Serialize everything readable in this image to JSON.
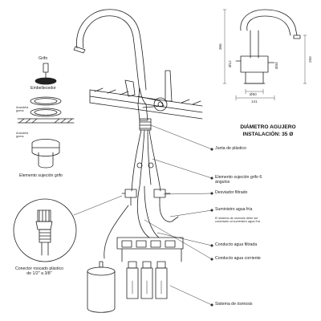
{
  "parts_left": {
    "grifo": "Grifo",
    "embellecedor": "Embellecedor",
    "arandela_goma_1_line1": "Arandela",
    "arandela_goma_1_line2": "goma",
    "arandela_goma_2_line1": "Arandela",
    "arandela_goma_2_line2": "goma",
    "elemento_sujecion": "Elemento sujeción grifo",
    "conector_line1": "Conector roscado plástico",
    "conector_line2": "de 1/2'' a 3/8''"
  },
  "install": {
    "title_line1": "DIÁMETRO AGUJERO",
    "title_line2": "INSTALACIÓN: 35 Ø"
  },
  "dimensions": {
    "height_total": "366",
    "height_spout": "250",
    "d_left": "Ø12",
    "d_right": "Ø34",
    "base_diameter": "Ø50",
    "base_width": "141"
  },
  "callouts": {
    "junta": "Junta de plástico",
    "elemento6_line1": "Elemento sujeción grifo 6",
    "elemento6_line2": "ángulos",
    "desviador": "Desviador filtrado",
    "suministro": "Suministro agua fría",
    "note_line1": "El sistema de ósmosis debe ser",
    "note_line2": "conectado al suministro agua fría",
    "filtrada": "Conducto agua filtrada",
    "corriente": "Conducto agua corriente",
    "osmosis": "Sistema de ósmosis"
  }
}
